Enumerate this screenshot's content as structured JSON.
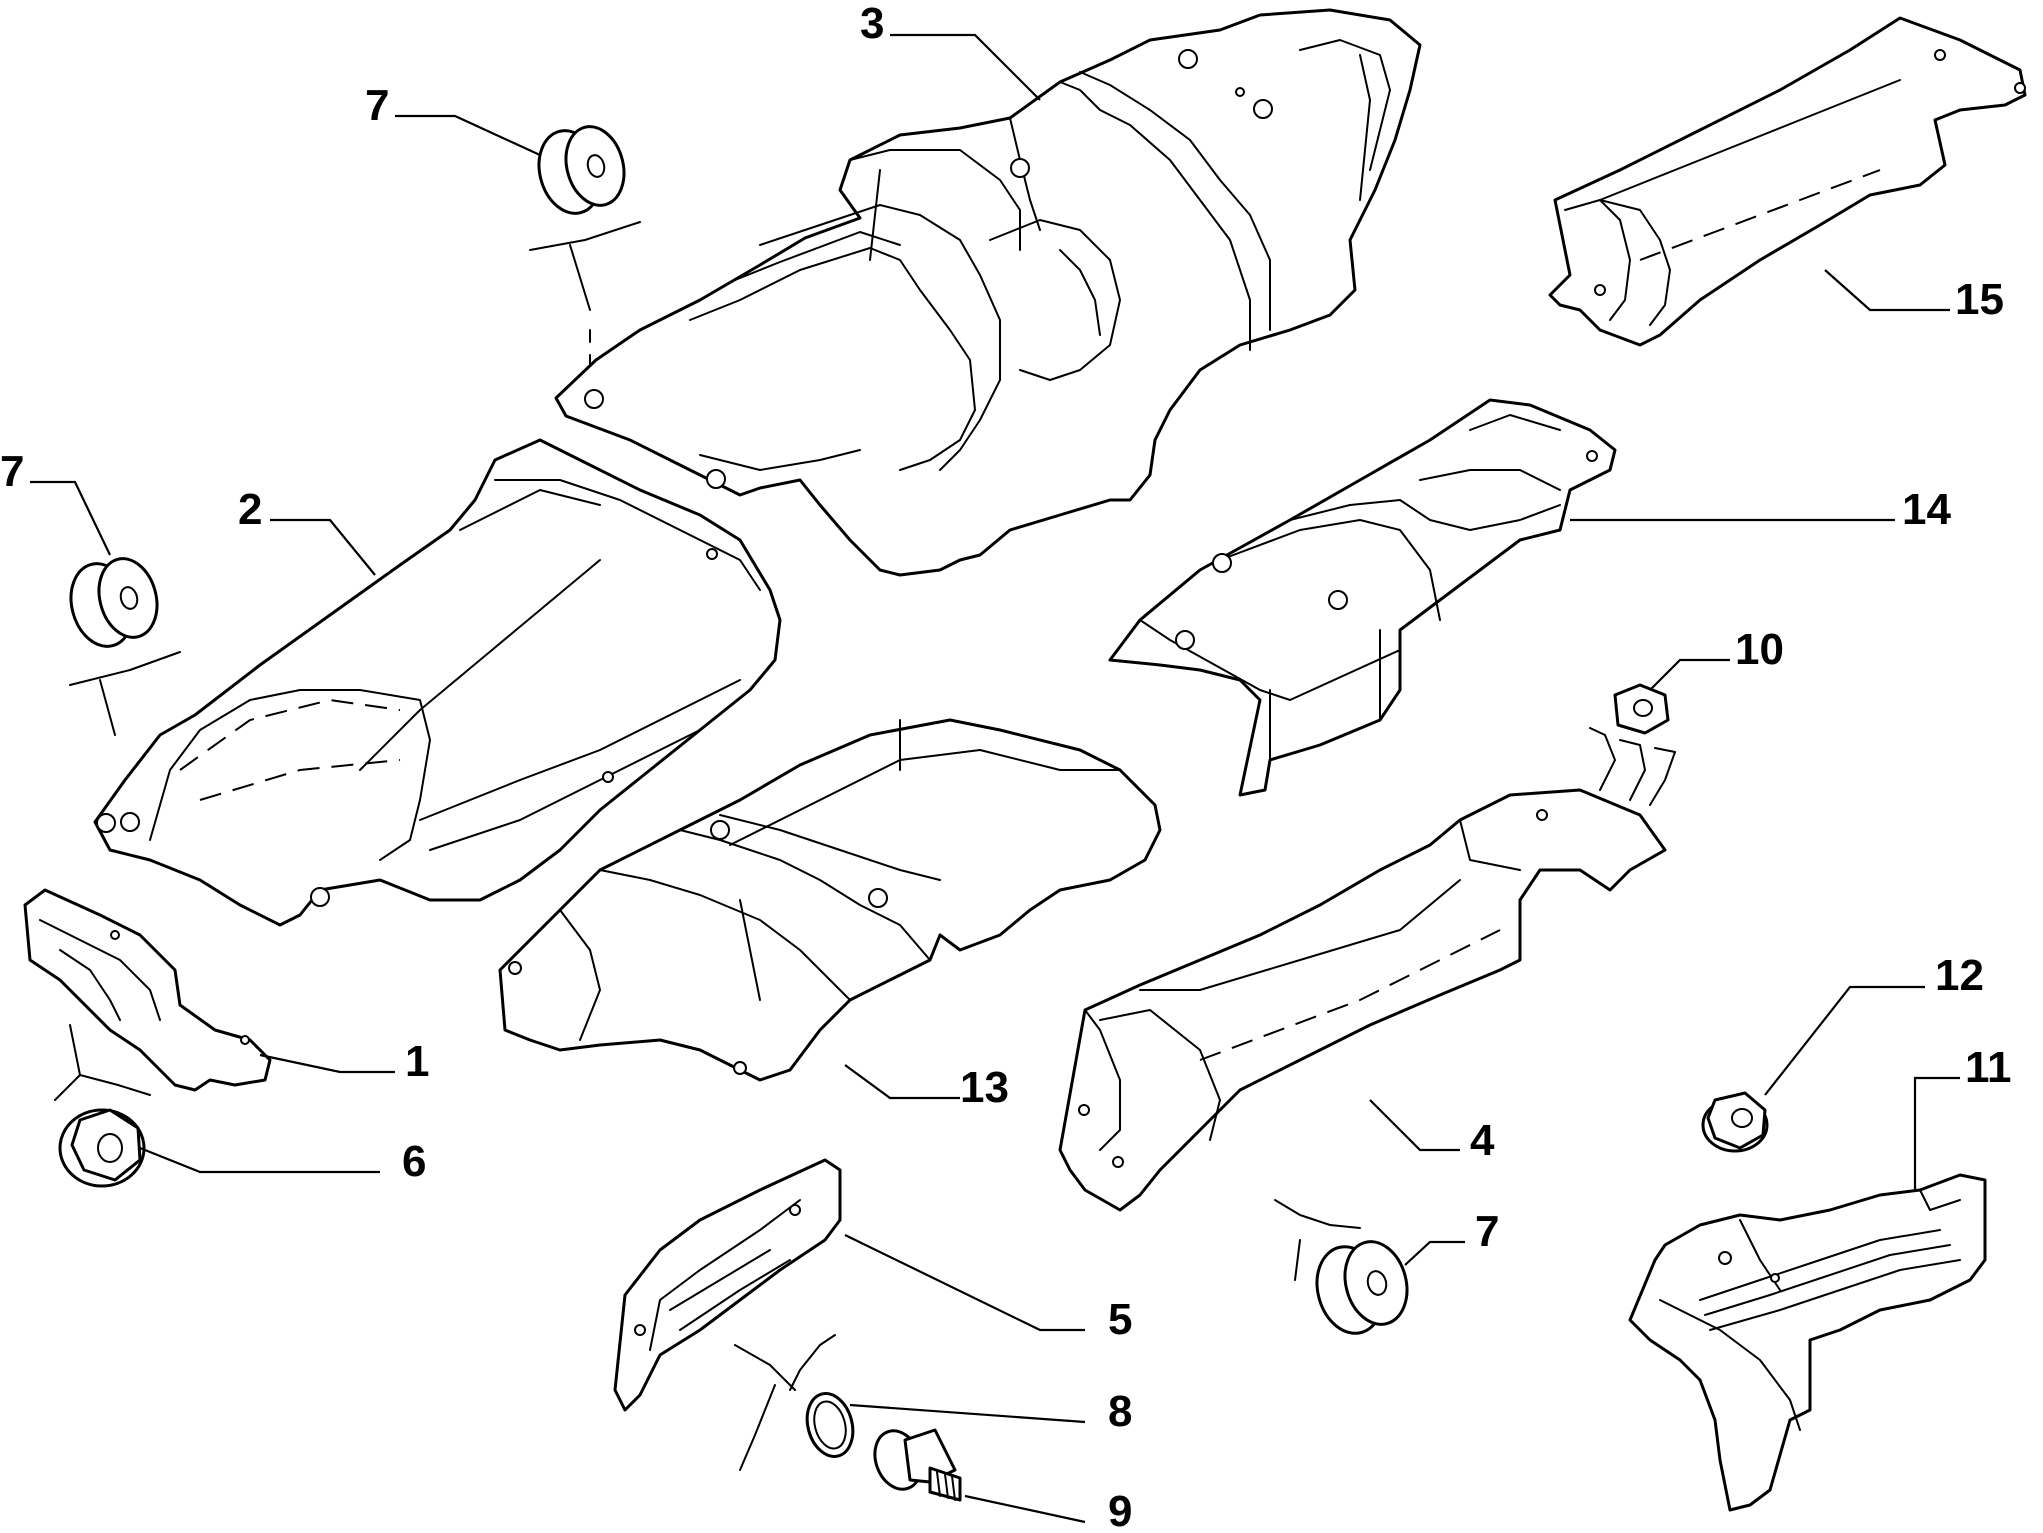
{
  "diagram": {
    "callouts": [
      {
        "id": "c1",
        "text": "1"
      },
      {
        "id": "c2",
        "text": "2"
      },
      {
        "id": "c3",
        "text": "3"
      },
      {
        "id": "c4",
        "text": "4"
      },
      {
        "id": "c5",
        "text": "5"
      },
      {
        "id": "c6",
        "text": "6"
      },
      {
        "id": "c7a",
        "text": "7"
      },
      {
        "id": "c7b",
        "text": "7"
      },
      {
        "id": "c7c",
        "text": "7"
      },
      {
        "id": "c8",
        "text": "8"
      },
      {
        "id": "c9",
        "text": "9"
      },
      {
        "id": "c10",
        "text": "10"
      },
      {
        "id": "c11",
        "text": "11"
      },
      {
        "id": "c12",
        "text": "12"
      },
      {
        "id": "c13",
        "text": "13"
      },
      {
        "id": "c14",
        "text": "14"
      },
      {
        "id": "c15",
        "text": "15"
      }
    ]
  }
}
